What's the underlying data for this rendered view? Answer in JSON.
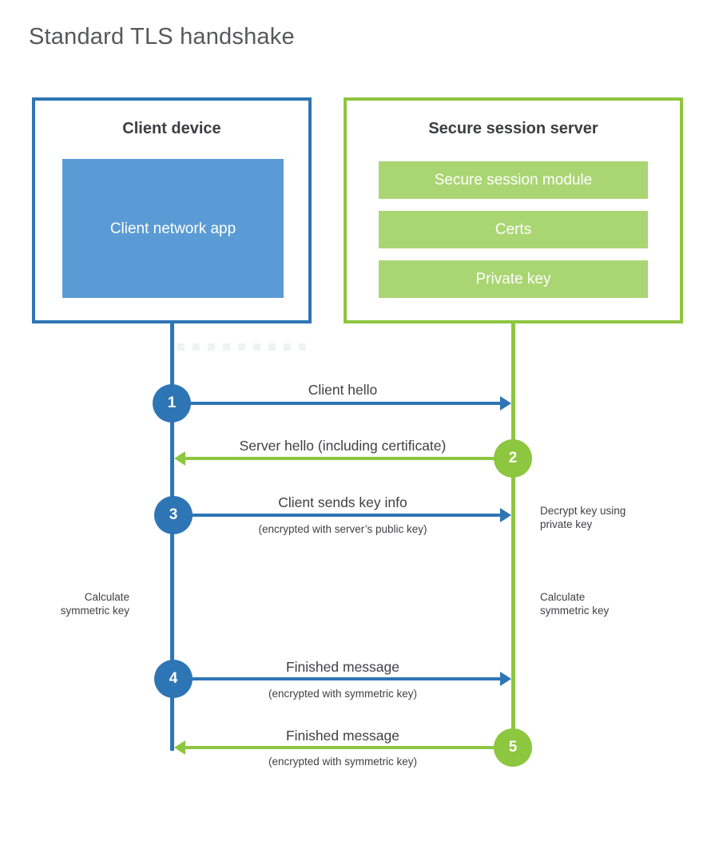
{
  "title": "Standard TLS handshake",
  "client": {
    "title": "Client device",
    "app_label": "Client network app"
  },
  "server": {
    "title": "Secure session server",
    "modules": [
      "Secure session module",
      "Certs",
      "Private key"
    ]
  },
  "steps": [
    {
      "num": "1",
      "label": "Client hello",
      "sub": "",
      "direction": "right",
      "actor": "client"
    },
    {
      "num": "2",
      "label": "Server hello (including certificate)",
      "sub": "",
      "direction": "left",
      "actor": "server"
    },
    {
      "num": "3",
      "label": "Client sends key info",
      "sub": "(encrypted with server’s public key)",
      "direction": "right",
      "actor": "client"
    },
    {
      "num": "4",
      "label": "Finished message",
      "sub": "(encrypted with symmetric key)",
      "direction": "right",
      "actor": "client"
    },
    {
      "num": "5",
      "label": "Finished message",
      "sub": "(encrypted with symmetric key)",
      "direction": "left",
      "actor": "server"
    }
  ],
  "side_notes": {
    "decrypt_key": "Decrypt key using private key",
    "calculate_left": "Calculate symmetric key",
    "calculate_right": "Calculate symmetric key"
  },
  "colors": {
    "client_accent": "#2e75b5",
    "client_fill": "#5b9bd5",
    "server_accent": "#8dc63f",
    "server_fill": "#aad573",
    "text": "#414145",
    "title_gray": "#57585c"
  }
}
